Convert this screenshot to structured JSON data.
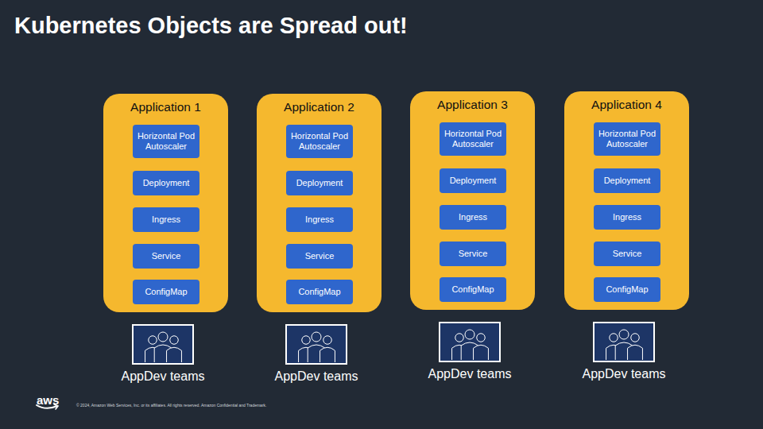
{
  "diagram": {
    "title": "Kubernetes Objects are Spread out!",
    "nodes": [
      {
        "text": [
          "Application 1"
        ]
      },
      {
        "text": [
          "Horizontal Pod Autoscaler"
        ],
        "in": 0
      },
      {
        "text": [
          "Deployment"
        ],
        "in": 0
      },
      {
        "text": [
          "Ingress"
        ],
        "in": 0
      },
      {
        "text": [
          "Service"
        ],
        "in": 0
      },
      {
        "text": [
          "ConfigMap"
        ],
        "in": 0
      },
      {
        "text": [
          "Application 2"
        ]
      },
      {
        "text": [
          "Horizontal Pod Autoscaler"
        ],
        "in": 6
      },
      {
        "text": [
          "Deployment"
        ],
        "in": 6
      },
      {
        "text": [
          "Ingress"
        ],
        "in": 6
      },
      {
        "text": [
          "Service"
        ],
        "in": 6
      },
      {
        "text": [
          "ConfigMap"
        ],
        "in": 6
      },
      {
        "text": [
          "Application 3"
        ]
      },
      {
        "text": [
          "Horizontal Pod Autoscaler"
        ],
        "in": 12
      },
      {
        "text": [
          "Deployment"
        ],
        "in": 12
      },
      {
        "text": [
          "Ingress"
        ],
        "in": 12
      },
      {
        "text": [
          "Service"
        ],
        "in": 12
      },
      {
        "text": [
          "ConfigMap"
        ],
        "in": 12
      },
      {
        "text": [
          "Application 4"
        ]
      },
      {
        "text": [
          "Horizontal Pod Autoscaler"
        ],
        "in": 18
      },
      {
        "text": [
          "Deployment"
        ],
        "in": 18
      },
      {
        "text": [
          "Ingress"
        ],
        "in": 18
      },
      {
        "text": [
          "Service"
        ],
        "in": 18
      },
      {
        "text": [
          "ConfigMap"
        ],
        "in": 18
      },
      {
        "text": [
          "AppDev teams"
        ]
      },
      {
        "text": [
          "AppDev teams"
        ]
      },
      {
        "text": [
          "AppDev teams"
        ]
      },
      {
        "text": [
          "AppDev teams"
        ]
      }
    ],
    "labels": [
      "aws",
      "© 2024, Amazon Web Services, Inc. or its affiliates. All rights reserved. Amazon Confidential and Trademark."
    ]
  }
}
